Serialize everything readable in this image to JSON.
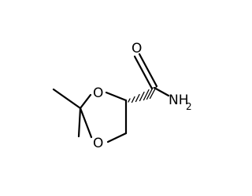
{
  "molecule": {
    "atoms": {
      "ring_oxygen_upper": "O",
      "ring_oxygen_lower": "O",
      "carbonyl_oxygen": "O",
      "amide_nitrogen": "NH",
      "amide_nitrogen_subscript": "2"
    }
  }
}
